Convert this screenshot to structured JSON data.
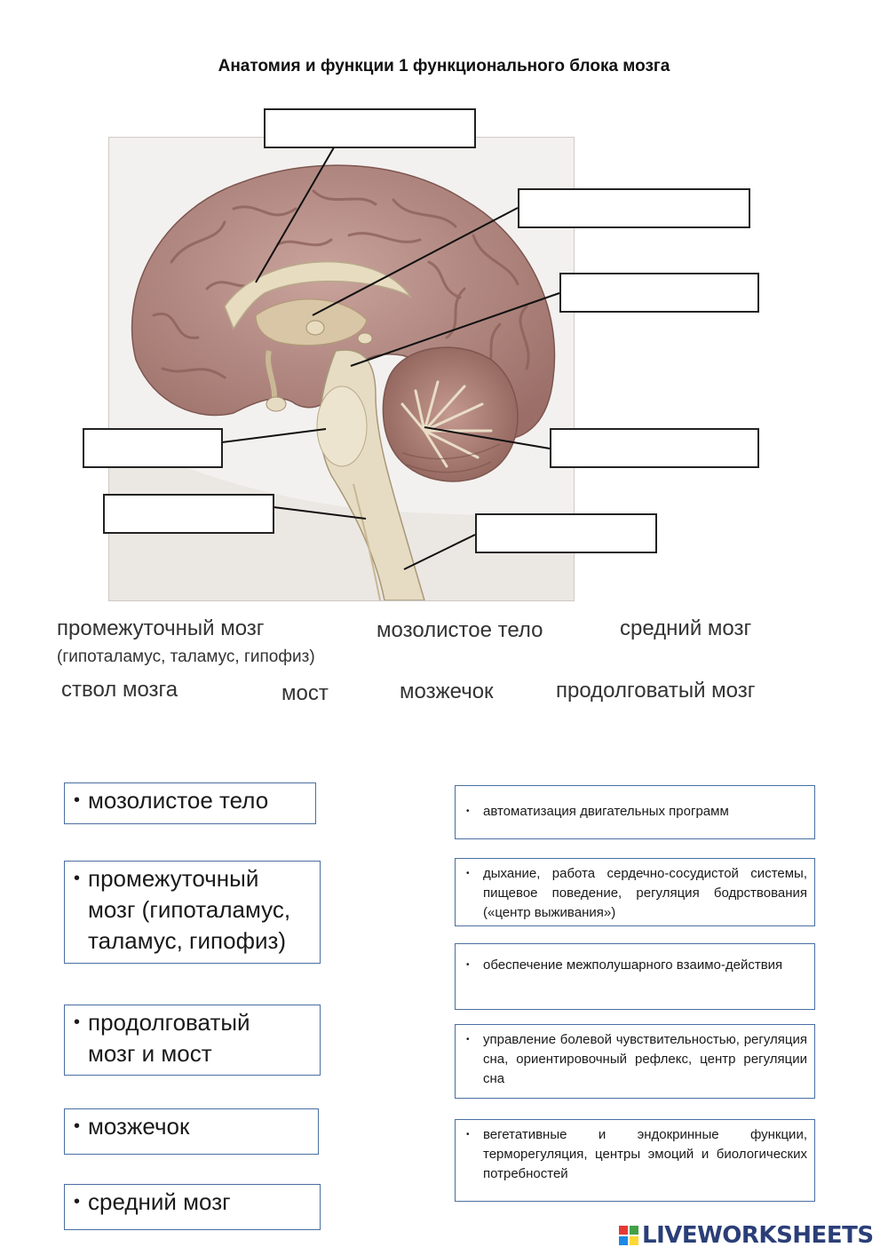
{
  "title": "Анатомия и функции 1 функционального блока мозга",
  "word_bank": {
    "diencephalon": "промежуточный мозг",
    "diencephalon_note": "(гипоталамус, таламус, гипофиз)",
    "corpus_callosum": "мозолистое тело",
    "midbrain": "средний мозг",
    "brainstem": "ствол мозга",
    "pons": "мост",
    "cerebellum": "мозжечок",
    "medulla": "продолговатый мозг"
  },
  "left_cards": [
    {
      "lines": [
        "мозолистое тело"
      ]
    },
    {
      "lines": [
        "промежуточный",
        "мозг (гипоталамус,",
        "таламус, гипофиз)"
      ]
    },
    {
      "lines": [
        "продолговатый",
        "мозг и мост"
      ]
    },
    {
      "lines": [
        "мозжечок"
      ]
    },
    {
      "lines": [
        "средний мозг"
      ]
    }
  ],
  "right_cards": [
    {
      "text": "автоматизация двигательных программ"
    },
    {
      "text": "дыхание, работа сердечно-сосудистой системы, пищевое поведение, регуляция бодрствования («центр выживания»)"
    },
    {
      "text": "обеспечение межполушарного взаимо-действия"
    },
    {
      "text": "управление болевой чувствительностью, регуляция сна, ориентировочный рефлекс, центр регуляции сна"
    },
    {
      "text": "вегетативные и эндокринные функции, терморегуляция, центры эмоций и биологических потребностей"
    }
  ],
  "bullet": "•",
  "logo_text": "LIVEWORKSHEETS",
  "colors": {
    "card_border": "#4a6fa0",
    "brain_cortex": "#b98f88",
    "brainstem": "#e6dcc4",
    "logo": "#2a3e78"
  }
}
